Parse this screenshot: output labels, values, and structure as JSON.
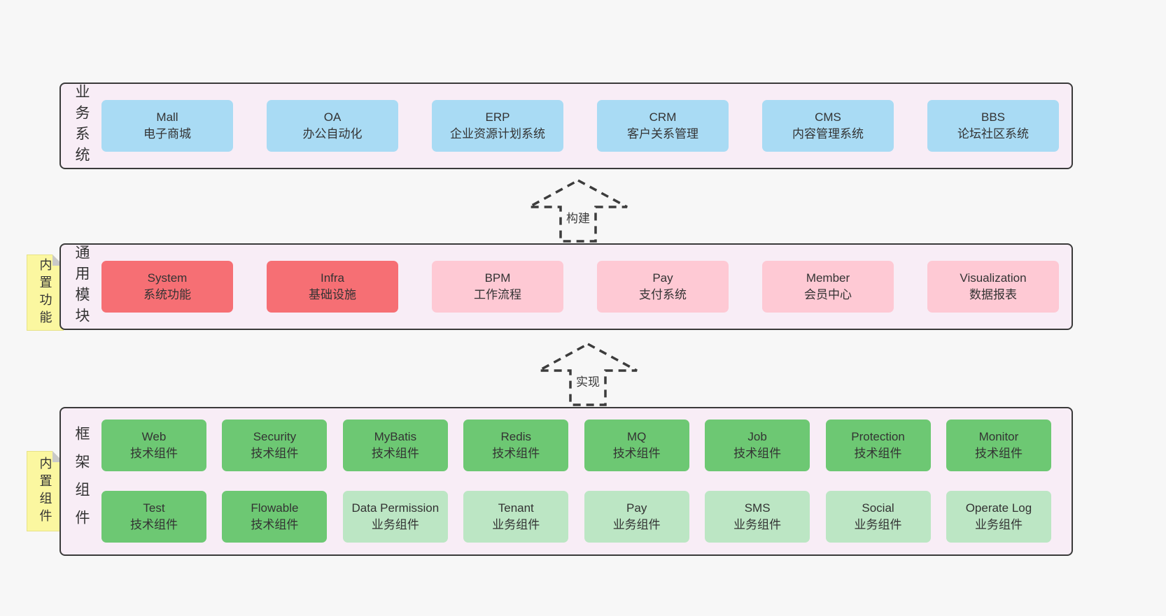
{
  "palette": {
    "page_background": "#f7f7f7",
    "band_background": "#f8edf6",
    "band_border": "#3a3a3a",
    "blue_box": "#a9dbf4",
    "red_box": "#f66f74",
    "pink_box": "#fec9d4",
    "green_dark_box": "#6dc873",
    "green_light_box": "#bce6c4",
    "sticky_yellow": "#fbf7a0",
    "text": "#333333"
  },
  "arrows": [
    {
      "label": "构建"
    },
    {
      "label": "实现"
    }
  ],
  "bands": [
    {
      "id": "business-systems",
      "label": "业务系统",
      "boxes": [
        {
          "en": "Mall",
          "zh": "电子商城",
          "variant": "blue"
        },
        {
          "en": "OA",
          "zh": "办公自动化",
          "variant": "blue"
        },
        {
          "en": "ERP",
          "zh": "企业资源计划系统",
          "variant": "blue"
        },
        {
          "en": "CRM",
          "zh": "客户关系管理",
          "variant": "blue"
        },
        {
          "en": "CMS",
          "zh": "内容管理系统",
          "variant": "blue"
        },
        {
          "en": "BBS",
          "zh": "论坛社区系统",
          "variant": "blue"
        }
      ]
    },
    {
      "id": "common-modules",
      "label": "通用模块",
      "sticky": "内置功能",
      "boxes": [
        {
          "en": "System",
          "zh": "系统功能",
          "variant": "red"
        },
        {
          "en": "Infra",
          "zh": "基础设施",
          "variant": "red"
        },
        {
          "en": "BPM",
          "zh": "工作流程",
          "variant": "pink"
        },
        {
          "en": "Pay",
          "zh": "支付系统",
          "variant": "pink"
        },
        {
          "en": "Member",
          "zh": "会员中心",
          "variant": "pink"
        },
        {
          "en": "Visualization",
          "zh": "数据报表",
          "variant": "pink"
        }
      ]
    },
    {
      "id": "framework-components",
      "label": "框架组件",
      "sticky": "内置组件",
      "rows": [
        [
          {
            "en": "Web",
            "zh": "技术组件",
            "variant": "green-dark"
          },
          {
            "en": "Security",
            "zh": "技术组件",
            "variant": "green-dark"
          },
          {
            "en": "MyBatis",
            "zh": "技术组件",
            "variant": "green-dark"
          },
          {
            "en": "Redis",
            "zh": "技术组件",
            "variant": "green-dark"
          },
          {
            "en": "MQ",
            "zh": "技术组件",
            "variant": "green-dark"
          },
          {
            "en": "Job",
            "zh": "技术组件",
            "variant": "green-dark"
          },
          {
            "en": "Protection",
            "zh": "技术组件",
            "variant": "green-dark"
          },
          {
            "en": "Monitor",
            "zh": "技术组件",
            "variant": "green-dark"
          }
        ],
        [
          {
            "en": "Test",
            "zh": "技术组件",
            "variant": "green-dark"
          },
          {
            "en": "Flowable",
            "zh": "技术组件",
            "variant": "green-dark"
          },
          {
            "en": "Data Permission",
            "zh": "业务组件",
            "variant": "green-light"
          },
          {
            "en": "Tenant",
            "zh": "业务组件",
            "variant": "green-light"
          },
          {
            "en": "Pay",
            "zh": "业务组件",
            "variant": "green-light"
          },
          {
            "en": "SMS",
            "zh": "业务组件",
            "variant": "green-light"
          },
          {
            "en": "Social",
            "zh": "业务组件",
            "variant": "green-light"
          },
          {
            "en": "Operate Log",
            "zh": "业务组件",
            "variant": "green-light"
          }
        ]
      ]
    }
  ]
}
